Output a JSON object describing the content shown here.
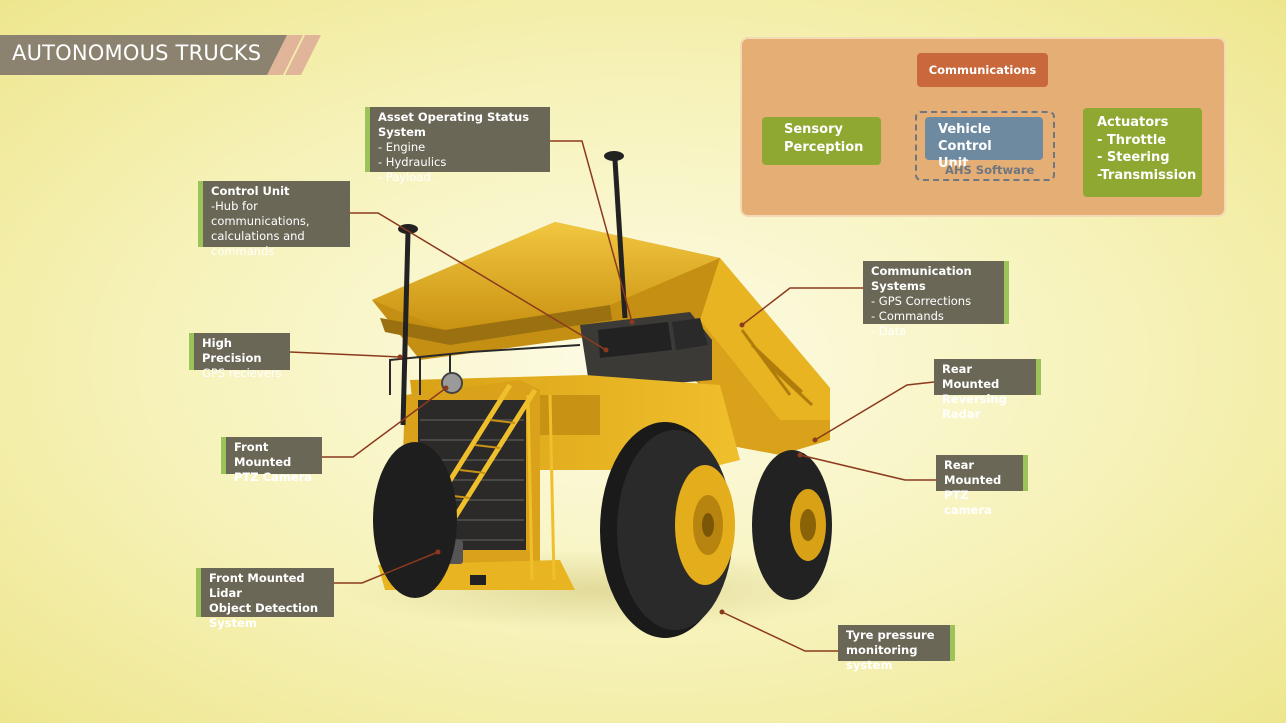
{
  "title": "AUTONOMOUS TRUCKS",
  "diagram": {
    "communications": "Communications",
    "sensory": [
      "Sensory",
      "Perception"
    ],
    "vcu": [
      "Vehicle Control",
      "Unit"
    ],
    "ahs": "AHS Software",
    "actuators": [
      "Actuators",
      "- Throttle",
      "- Steering",
      "-Transmission"
    ]
  },
  "callouts": {
    "asset": {
      "heading": "Asset Operating Status System",
      "lines": [
        "- Engine",
        "- Hydraulics",
        "- Payload"
      ]
    },
    "control": {
      "heading": "Control Unit",
      "lines": [
        "-Hub for communications,",
        " calculations and",
        " commands"
      ]
    },
    "gps": {
      "heading": "High Precision",
      "lines": [
        "GPS recievers"
      ]
    },
    "front_ptz": {
      "heading": "Front Mounted",
      "lines": [
        "PTZ Camera"
      ]
    },
    "lidar": {
      "heading": "Front Mounted Lidar",
      "lines": [
        "Object Detection",
        "System"
      ]
    },
    "comm_sys": {
      "heading": "Communication Systems",
      "lines": [
        "- GPS Corrections",
        "- Commands",
        "- Data"
      ]
    },
    "rear_radar": {
      "heading": "Rear Mounted",
      "lines": [
        "Reversing Radar"
      ]
    },
    "rear_ptz": {
      "heading": "Rear Mounted",
      "lines": [
        "PTZ camera"
      ]
    },
    "tyre": {
      "heading": "Tyre pressure",
      "lines": [
        "monitoring system"
      ]
    }
  },
  "colors": {
    "callout_bg": "#6b6757",
    "accent_bar": "#9cc35a",
    "leader_line": "#8b3a1e",
    "truck_yellow": "#e8b422",
    "panel_bg": "#e4ae75",
    "communications_box": "#c9683b",
    "green_box": "#8ea832",
    "vcu_box": "#6d8aa0"
  }
}
